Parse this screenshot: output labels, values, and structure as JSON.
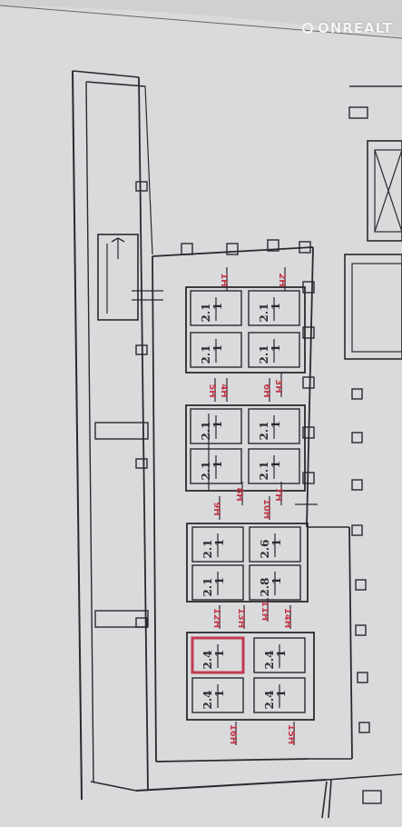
{
  "watermark": "ONREALT",
  "colors": {
    "paper": "#d9dadc",
    "line": "#2a2a2e",
    "red_mark": "#c0394a",
    "highlight": "#c23a52"
  },
  "cell_labels": [
    {
      "top": "1",
      "bottom": "2.1"
    },
    {
      "top": "1",
      "bottom": "2.1"
    },
    {
      "top": "1",
      "bottom": "2.1"
    },
    {
      "top": "1",
      "bottom": "2.1"
    },
    {
      "top": "1",
      "bottom": "2.1"
    },
    {
      "top": "1",
      "bottom": "2.1"
    },
    {
      "top": "1",
      "bottom": "2.1"
    },
    {
      "top": "1",
      "bottom": "2.1"
    },
    {
      "top": "1",
      "bottom": "2.1"
    },
    {
      "top": "1",
      "bottom": "2.6"
    },
    {
      "top": "1",
      "bottom": "2.1"
    },
    {
      "top": "1",
      "bottom": "2.8"
    },
    {
      "top": "1",
      "bottom": "2.4"
    },
    {
      "top": "1",
      "bottom": "2.4"
    },
    {
      "top": "1",
      "bottom": "2.4"
    },
    {
      "top": "1",
      "bottom": "2.4"
    }
  ],
  "room_marks": [
    "1Н",
    "2Н",
    "4Н",
    "3Н",
    "5Н",
    "6Н",
    "8Н",
    "7Н",
    "9Н",
    "10Н",
    "12Н",
    "13Н",
    "11Н",
    "14Н",
    "16Н",
    "15Н"
  ]
}
